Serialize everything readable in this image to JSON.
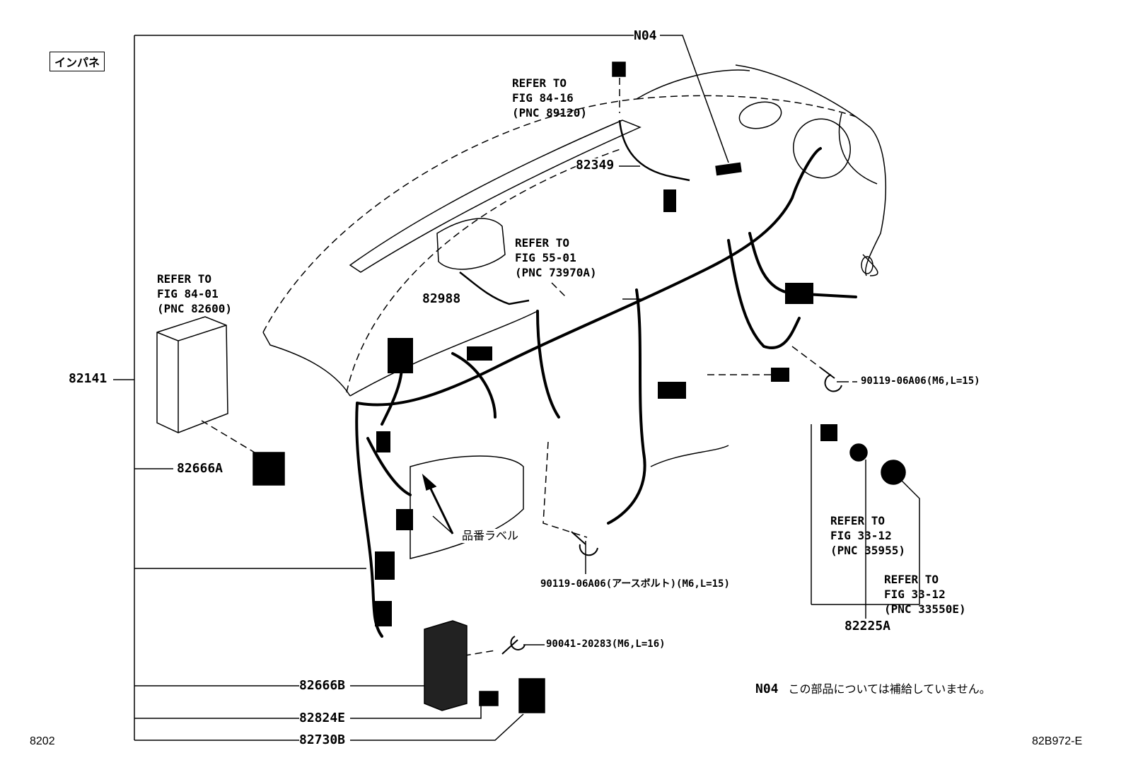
{
  "section_label": "インパネ",
  "callouts": {
    "n04": "N04",
    "p82349": "82349",
    "p82988": "82988",
    "p82141": "82141",
    "p82666a": "82666A",
    "p82666b": "82666B",
    "p82824e": "82824E",
    "p82730b": "82730B",
    "p82225a": "82225A",
    "bolt_upper": "90119-06A06(M6,L=15)",
    "bolt_earth": "90119-06A06(アースボルト)(M6,L=15)",
    "bolt_lower": "90041-20283(M6,L=16)",
    "part_label": "品番ラベル"
  },
  "references": {
    "fig84_16": [
      "REFER TO",
      "FIG 84-16",
      "(PNC 89120)"
    ],
    "fig55_01": [
      "REFER TO",
      "FIG 55-01",
      "(PNC 73970A)"
    ],
    "fig84_01": [
      "REFER TO",
      "FIG 84-01",
      "(PNC 82600)"
    ],
    "fig33_12a": [
      "REFER TO",
      "FIG 33-12",
      "(PNC 35955)"
    ],
    "fig33_12b": [
      "REFER TO",
      "FIG 33-12",
      "(PNC 33550E)"
    ]
  },
  "note": {
    "code": "N04",
    "text": "この部品については補給していません。"
  },
  "footer": {
    "left": "8202",
    "right": "82B972-E"
  }
}
